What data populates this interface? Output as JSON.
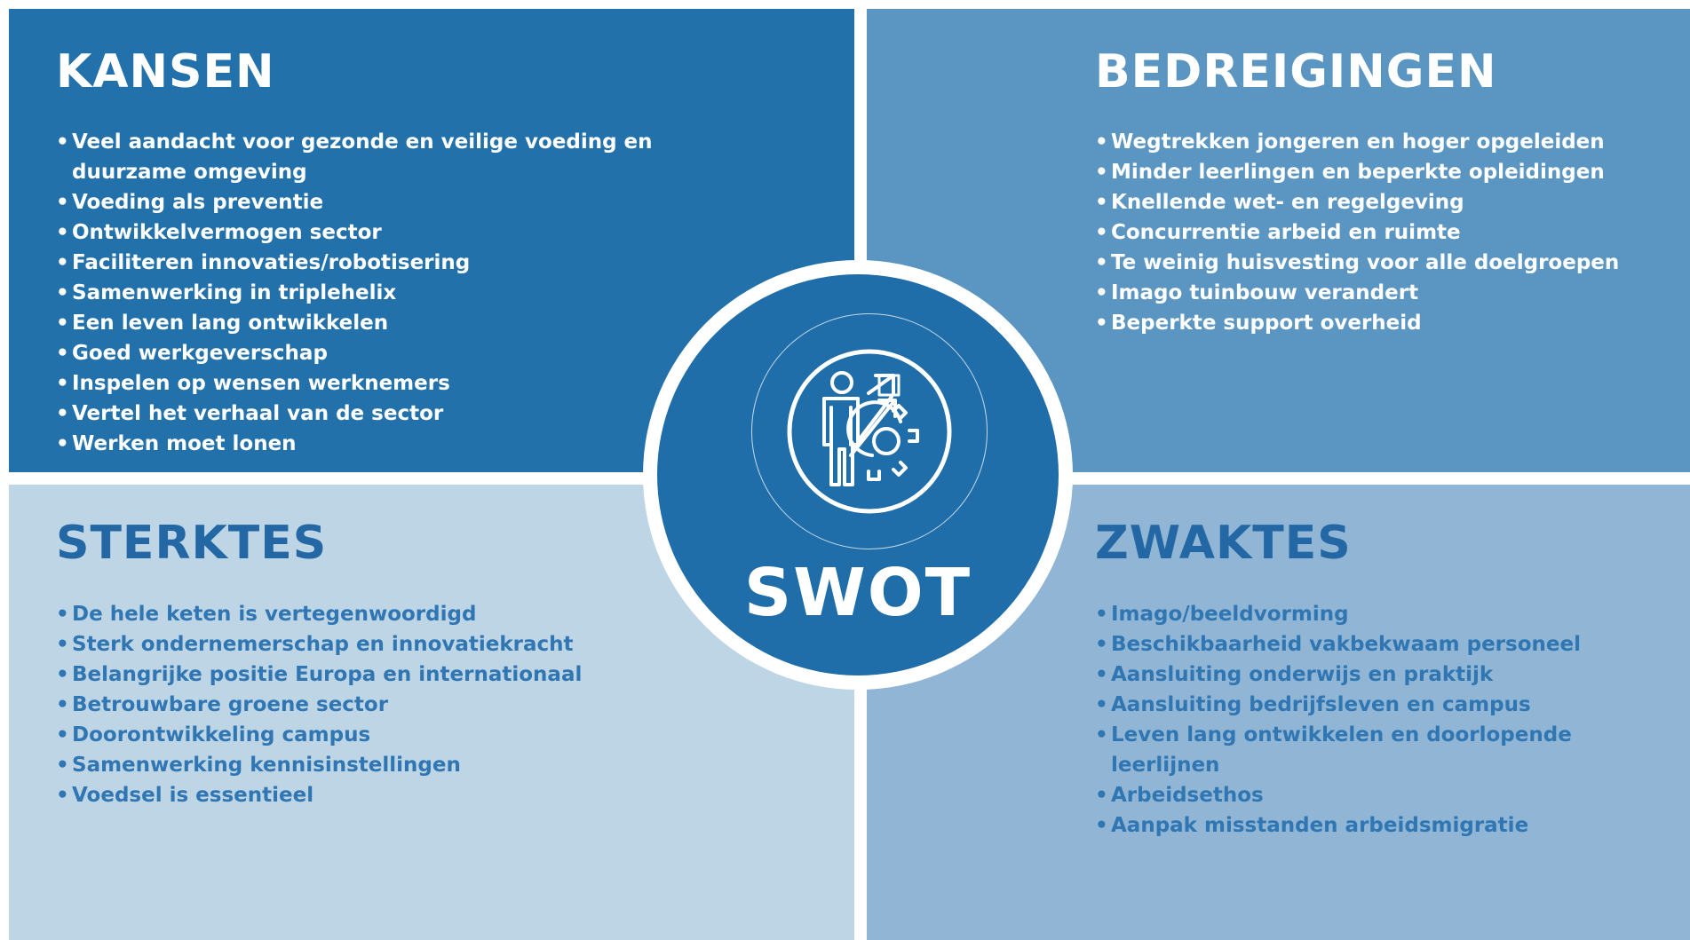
{
  "quadrants": {
    "kansen": {
      "title": "KANSEN",
      "items": [
        "Veel aandacht voor gezonde en veilige voeding en duurzame omgeving",
        "Voeding als preventie",
        "Ontwikkelvermogen sector",
        "Faciliteren innovaties/robotisering",
        "Samenwerking in triplehelix",
        "Een leven lang ontwikkelen",
        "Goed werkgeverschap",
        "Inspelen op wensen werknemers",
        "Vertel het verhaal van de sector",
        "Werken moet lonen"
      ]
    },
    "bedreigingen": {
      "title": "BEDREIGINGEN",
      "items": [
        "Wegtrekken jongeren en hoger opgeleiden",
        "Minder leerlingen en beperkte opleidingen",
        "Knellende wet- en regelgeving",
        "Concurrentie arbeid en ruimte",
        "Te weinig huisvesting voor alle doelgroepen",
        "Imago tuinbouw verandert",
        "Beperkte support overheid"
      ]
    },
    "sterktes": {
      "title": "STERKTES",
      "items": [
        "De hele keten is vertegenwoordigd",
        "Sterk ondernemerschap en innovatiekracht",
        "Belangrijke positie Europa en internationaal",
        "Betrouwbare groene sector",
        "Doorontwikkeling campus",
        "Samenwerking kennisinstellingen",
        "Voedsel is essentieel"
      ]
    },
    "zwaktes": {
      "title": "ZWAKTES",
      "items": [
        "Imago/beeldvorming",
        "Beschikbaarheid vakbekwaam personeel",
        "Aansluiting onderwijs en praktijk",
        "Aansluiting bedrijfsleven en campus",
        "Leven lang ontwikkelen en doorlopende leerlijnen",
        "Arbeidsethos",
        "Aanpak misstanden arbeidsmigratie"
      ]
    }
  },
  "center": {
    "label": "SWOT",
    "icon": "person-growth-gear-icon"
  },
  "colors": {
    "kansen_bg": "#2271ab",
    "bedreigingen_bg": "#5b96c3",
    "sterktes_bg": "#bed5e6",
    "zwaktes_bg": "#91b6d5",
    "center_bg": "#1f6ea9",
    "dark_text": "#2368a4",
    "light_text": "#ffffff"
  }
}
